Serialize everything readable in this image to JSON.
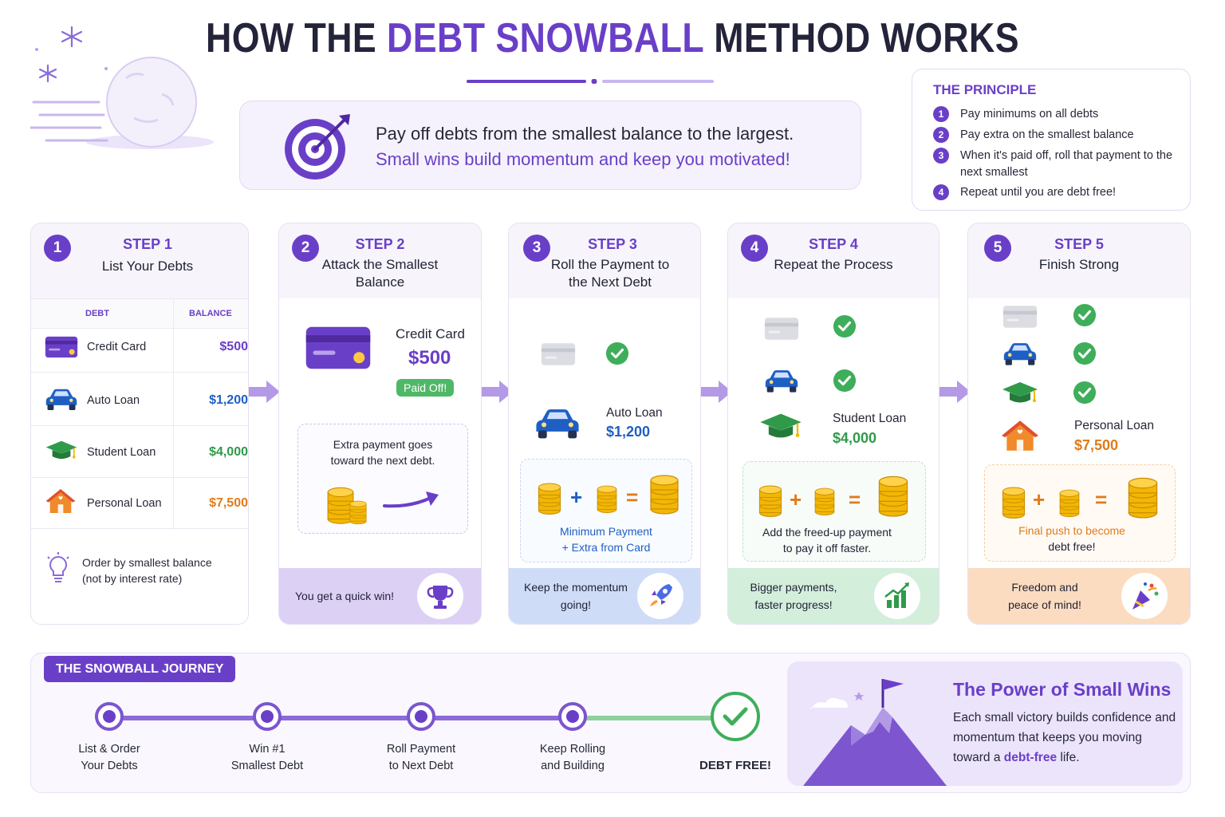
{
  "header": {
    "title_part1": "HOW THE",
    "title_highlight": "DEBT SNOWBALL",
    "title_part2": "METHOD WORKS",
    "tagline_line1": "Pay off debts from the smallest balance to the largest.",
    "tagline_line2": "Small wins build momentum and keep you motivated!"
  },
  "principle": {
    "title": "THE PRINCIPLE",
    "items": [
      {
        "num": "1",
        "text": "Pay minimums on all debts"
      },
      {
        "num": "2",
        "text": "Pay extra on the smallest balance"
      },
      {
        "num": "3",
        "text": "When it's paid off, roll that payment to the next smallest"
      },
      {
        "num": "4",
        "text": "Repeat until you are debt free!"
      }
    ]
  },
  "steps": [
    {
      "num": "1",
      "label": "STEP 1",
      "title": "List Your Debts"
    },
    {
      "num": "2",
      "label": "STEP 2",
      "title": "Attack the Smallest Balance"
    },
    {
      "num": "3",
      "label": "STEP 3",
      "title": "Roll the Payment to the Next Debt"
    },
    {
      "num": "4",
      "label": "STEP 4",
      "title": "Repeat the Process"
    },
    {
      "num": "5",
      "label": "STEP 5",
      "title": "Finish Strong"
    }
  ],
  "step1": {
    "col_debt": "DEBT",
    "col_balance": "BALANCE",
    "rows": [
      {
        "name": "Credit Card",
        "balance": "$500"
      },
      {
        "name": "Auto Loan",
        "balance": "$1,200"
      },
      {
        "name": "Student Loan",
        "balance": "$4,000"
      },
      {
        "name": "Personal Loan",
        "balance": "$7,500"
      }
    ],
    "note_line1": "Order by smallest balance",
    "note_line2": "(not by interest rate)"
  },
  "step2": {
    "debt_name": "Credit Card",
    "debt_amount": "$500",
    "status": "Paid Off!",
    "caption_line1": "Extra payment goes",
    "caption_line2": "toward the next debt.",
    "banner": "You get a quick win!"
  },
  "step3": {
    "debt_name": "Auto Loan",
    "debt_amount": "$1,200",
    "caption_line1": "Minimum Payment",
    "caption_line2": "+ Extra from Card",
    "banner_line1": "Keep the momentum",
    "banner_line2": "going!"
  },
  "step4": {
    "debt_name": "Student Loan",
    "debt_amount": "$4,000",
    "caption_line1": "Add the freed-up payment",
    "caption_line2": "to pay it off faster.",
    "banner_line1": "Bigger payments,",
    "banner_line2": "faster progress!"
  },
  "step5": {
    "debt_name": "Personal Loan",
    "debt_amount": "$7,500",
    "caption_line1": "Final push to become",
    "caption_line2": "debt free!",
    "banner_line1": "Freedom and",
    "banner_line2": "peace of mind!"
  },
  "symbols": {
    "plus": "+",
    "equals": "="
  },
  "journey": {
    "tag": "THE SNOWBALL JOURNEY",
    "nodes": [
      {
        "line1": "List & Order",
        "line2": "Your Debts"
      },
      {
        "line1": "Win #1",
        "line2": "Smallest Debt"
      },
      {
        "line1": "Roll Payment",
        "line2": "to Next Debt"
      },
      {
        "line1": "Keep Rolling",
        "line2": "and Building"
      }
    ],
    "final": "DEBT FREE!"
  },
  "power": {
    "title": "The Power of Small Wins",
    "text_before": "Each small victory builds confidence and momentum that keeps you moving toward a ",
    "text_highlight": "debt-free",
    "text_after": " life."
  },
  "colors": {
    "accent_purple": "#6a3fc8",
    "blue": "#1f5fc4",
    "green": "#2f9a4a",
    "orange": "#e07b1a",
    "banner_purple": "#ddd0f5",
    "banner_blue": "#cfdcf8",
    "banner_green": "#d3eedb",
    "banner_orange": "#fbdcc0"
  }
}
